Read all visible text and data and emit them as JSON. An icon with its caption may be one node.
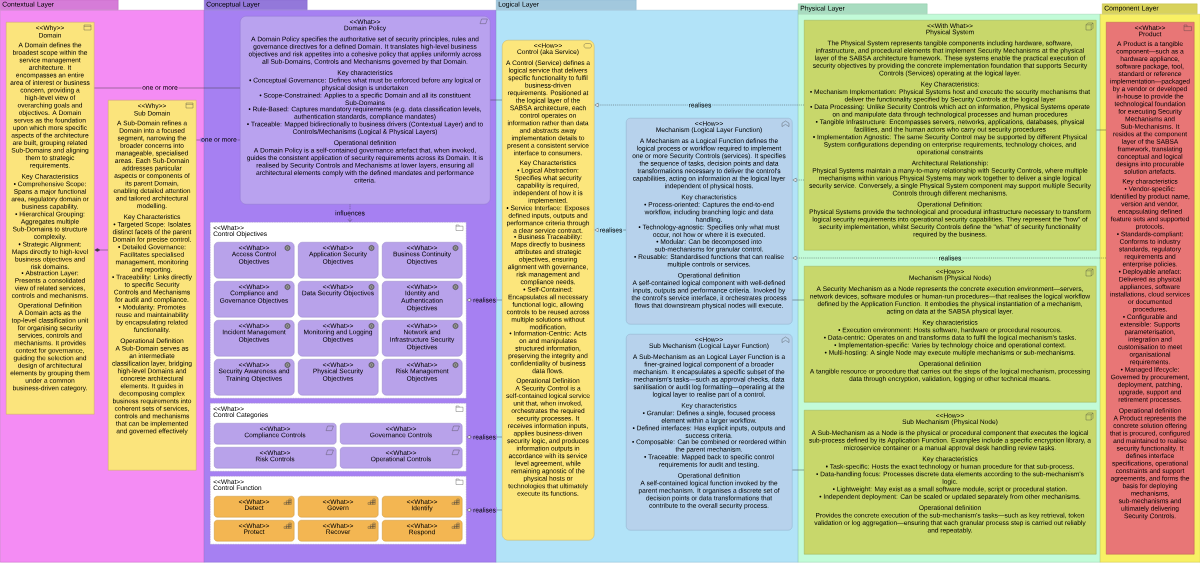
{
  "diagram": {
    "nodes": [
      {
        "text": [
          "Contextual Layer"
        ]
      },
      {
        "text": [
          "<<Why>>",
          "Domain",
          "A Domain defines the broadest scope within the service management architecture. It encompasses an entire area of interest or business concern, providing a high-level view of overarching goals and objectives. A Domain serves as the foundation upon which more specific aspects of the architecture are built, grouping related Sub-Domains and aligning them to strategic requirements.",
          "Key Characteristics",
          "• Comprehensive Scope: Spans a major functional area, regulatory domain or business capability.",
          "• Hierarchical Grouping: Aggregates multiple Sub-Domains to structure complexity.",
          "• Strategic Alignment: Maps directly to high-level business objectives and risk domains.",
          "• Abstraction Layer: Presents a consolidated view of related services, controls and mechanisms.",
          "Operational Definition",
          "A Domain acts as the top-level classification unit for organising security services, controls and mechanisms. It provides context for governance, guiding the selection and design of architectural elements by grouping them under a common business-driven category."
        ],
        "in": 0
      },
      {
        "text": [
          "<<Why>>",
          "Sub Domain",
          "A Sub-Domain refines a Domain into a focused segment, narrowing the broader concerns into manageable, specialised areas. Each Sub-Domain addresses particular aspects or components of its parent Domain, enabling detailed attention and tailored architectural modelling.",
          "Key Characteristics",
          "• Targeted Scope: Isolates distinct facets of the parent Domain for precise control.",
          "• Detailed Governance: Facilitates specialised management, monitoring and reporting.",
          "• Traceability: Links directly to specific Security Controls and Mechanisms for audit and compliance.",
          "• Modularity: Promotes reuse and maintainability by encapsulating related functionality.",
          "Operational Definition",
          "A Sub-Domain serves as an intermediate classification layer, bridging high-level Domains and concrete architectural elements. It guides in decomposing complex business requirements into coherent sets of services, controls and mechanisms that can be implemented and governed effectively"
        ],
        "in": 0
      },
      {
        "text": [
          "Conceptual Layer"
        ]
      },
      {
        "text": [
          "<<What>>",
          "Domain Policy",
          "A Domain Policy specifies the authoritative set of security principles, rules and governance directives for a defined Domain. It translates high-level business objectives and risk appetites into a cohesive policy that applies uniformly across all Sub-Domains, Controls and Mechanisms governed by that Domain.",
          "Key characteristics",
          "• Conceptual Governance: Defines what must be enforced before any logical or physical design is undertaken",
          "• Scope-Constrained: Applies to a specific Domain and all its constituent Sub-Domains",
          "• Rule-Based: Captures mandatory requirements (e.g. data classification levels, authentication standards, compliance mandates)",
          "• Traceable: Mapped bidirectionally to business drivers (Contextual Layer) and to Controls/Mechanisms (Logical & Physical Layers)",
          "Operational definition",
          "A Domain Policy is a self-contained governance artefact that, when invoked, guides the consistent application of security requirements across its Domain. It is realised by Security Controls and Mechanisms at lower layers, ensuring all architectural elements comply with the defined mandates and performance criteria."
        ],
        "in": 3
      },
      {
        "text": [
          "<<What>>",
          "Control Objectives"
        ],
        "in": 3
      },
      {
        "text": [
          "<<What>>",
          "Access Control Objectives"
        ],
        "in": 5
      },
      {
        "text": [
          "<<What>>",
          "Application Security Objectives"
        ],
        "in": 5
      },
      {
        "text": [
          "<<What>>",
          "Business Continuity Objectives"
        ],
        "in": 5
      },
      {
        "text": [
          "<<What>>",
          "Compliance and Governance Objectives"
        ],
        "in": 5
      },
      {
        "text": [
          "<<What>>",
          "Data Security Objectives"
        ],
        "in": 5
      },
      {
        "text": [
          "<<What>>",
          "Identity and Authentication Objectives"
        ],
        "in": 5
      },
      {
        "text": [
          "<<What>>",
          "Incident Management Objectives"
        ],
        "in": 5
      },
      {
        "text": [
          "<<What>>",
          "Monitoring and Logging Objectives"
        ],
        "in": 5
      },
      {
        "text": [
          "<<What>>",
          "Network and Infrastructure Security Objectives"
        ],
        "in": 5
      },
      {
        "text": [
          "<<What>>",
          "Security Awareness and Training Objectives"
        ],
        "in": 5
      },
      {
        "text": [
          "<<What>>",
          "Physical Security Objectives"
        ],
        "in": 5
      },
      {
        "text": [
          "<<What>>",
          "Risk Management Objectives"
        ],
        "in": 5
      },
      {
        "text": [
          "<<What>>",
          "Control Categories"
        ],
        "in": 3
      },
      {
        "text": [
          "<<What>>",
          "Compliance Controls"
        ],
        "in": 18
      },
      {
        "text": [
          "<<What>>",
          "Governance Controls"
        ],
        "in": 18
      },
      {
        "text": [
          "<<What>>",
          "Risk Controls"
        ],
        "in": 18
      },
      {
        "text": [
          "<<What>>",
          "Operational Controls"
        ],
        "in": 18
      },
      {
        "text": [
          "<<What>>",
          "Control Function"
        ],
        "in": 3
      },
      {
        "text": [
          "<<What>>",
          "Detect"
        ],
        "in": 23
      },
      {
        "text": [
          "<<What>>",
          "Govern"
        ],
        "in": 23
      },
      {
        "text": [
          "<<What>>",
          "Identify"
        ],
        "in": 23
      },
      {
        "text": [
          "<<What>>",
          "Protect"
        ],
        "in": 23
      },
      {
        "text": [
          "<<What>>",
          "Recover"
        ],
        "in": 23
      },
      {
        "text": [
          "<<What>>",
          "Respond"
        ],
        "in": 23
      },
      {
        "text": [
          "Logical Layer"
        ]
      },
      {
        "text": [
          "<<How>>",
          "Control (aka Service)",
          "A Control (Service) defines a logical service that delivers specific functionality to fulfil business-driven requirements. Positioned at the logical layer of the SABSA architecture, each control operates on information rather than data and abstracts away implementation details to present a consistent service interface to consumers.",
          "Key Characteristics",
          "• Logical Abstraction: Specifies what security capability is required, independent of how it is implemented.",
          "• Service Interface: Exposes defined inputs, outputs and performance criteria through a clear service contract.",
          "• Business Traceability: Maps directly to business attributes and strategic objectives, ensuring alignment with governance, risk management and compliance needs.",
          "• Self-Contained: Encapsulates all necessary functional logic, allowing controls to be reused across multiple solutions without modification.",
          "• Information-Centric: Acts on and manipulates structured information, preserving the integrity and confidentiality of business data flows.",
          "Operational Definition",
          "A Security Control is a self-contained logical service unit that, when invoked, orchestrates the required security processes. It receives information inputs, applies business-driven security logic, and produces information outputs in accordance with its service level agreement, while remaining agnostic of the physical hosts or technologies that ultimately execute its functions."
        ],
        "in": 30
      },
      {
        "text": [
          "<<How>>",
          "Mechanism (Logical Layer Function)",
          "A Mechanism as a Logical Function defines the logical process or workflow required to implement one or more Security Controls (services). It specifies the sequence of tasks, decision points and data transformations necessary to deliver the control's capabilities, acting on information at the logical layer independent of physical hosts.",
          "Key characteristics",
          "• Process-oriented: Captures the end-to-end workflow, including branching logic and data handling.",
          "• Technology-agnostic: Specifies only what must occur, not how or where it is executed.",
          "• Modular: Can be decomposed into sub-mechanisms for granular control.",
          "• Reusable: Standardised functions that can realise multiple controls or services.",
          "Operational definition",
          "A self-contained logical component with well-defined inputs, outputs and performance criteria. Invoked by the control's service interface, it orchestrates process flows that downstream physical nodes will execute."
        ],
        "in": 30
      },
      {
        "text": [
          "<<How>>",
          "Sub Mechanism (Logical Layer Function)",
          "A Sub-Mechanism as an Logical Layer Function is a finer-grained logical component of a broader mechanism. It encapsulates a specific subset of the mechanism's tasks—such as approval checks, data sanitisation or audit log formatting—operating at the logical layer to realise part of a control.",
          "Key characteristics",
          "• Granular: Defines a single, focused process element within a larger workflow.",
          "• Defined interfaces: Has explicit inputs, outputs and success criteria.",
          "• Composable: Can be combined or reordered within the parent mechanism.",
          "• Traceable: Mapped back to specific control requirements for audit and testing.",
          "Operational definition",
          "A self-contained logical function invoked by the parent mechanism. It organises a discrete set of decision points or data transformations that contribute to the overall security process."
        ],
        "in": 30
      },
      {
        "text": [
          "Physical Layer"
        ]
      },
      {
        "text": [
          "<<With What>>",
          "Physical System",
          "The Physical System represents tangible components including hardware, software, infrastructure, and procedural elements that implement Security Mechanisms at the physical layer of the SABSA architecture framework. These systems enable the practical execution of security objectives by providing the concrete implementation foundation that supports Security Controls (Services) operating at the logical layer.",
          "Key Characteristics:",
          "• Mechanism Implementation: Physical Systems host and execute the security mechanisms that deliver the functionality specified by Security Controls at the logical layer",
          "• Data Processing: Unlike Security Controls which act on information, Physical Systems operate on and manipulate data through technological processes and human procedures",
          "• Tangible Infrastructure: Encompasses servers, networks, applications, databases, physical facilities, and the human actors who carry out security procedures",
          "• Implementation Agnostic: The same Security Control may be supported by different Physical System configurations depending on enterprise requirements, technology choices, and operational constraints",
          "Architectural Relationship:",
          "Physical Systems maintain a many-to-many relationship with Security Controls, where multiple mechanisms within various Physical Systems may work together to deliver a single logical security service. Conversely, a single Physical System component may support multiple Security Controls through different mechanisms.",
          "Operational Definition:",
          "Physical Systems provide the technological and procedural infrastructure necessary to transform logical security requirements into operational security capabilities. They represent the \"how\" of security implementation, whilst Security Controls define the \"what\" of security functionality required by the business."
        ],
        "in": 34
      },
      {
        "text": [
          "<<How>>",
          "Mechanism (Physical Node)",
          "A Security Mechanism as a Node represents the concrete execution environment—servers, network devices, software modules or human-run procedures—that realises the logical workflow defined by the Application Function. It embodies the physical instantiation of a mechanism, acting on data at the SABSA physical layer.",
          "Key characteristics",
          "• Execution environment: Hosts software, hardware or procedural resources.",
          "• Data-centric: Operates on and transforms data to fulfil the logical mechanism's tasks.",
          "• Implementation-specific: Varies by technology choice and operational context.",
          "• Multi-hosting: A single Node may execute multiple mechanisms or sub-mechanisms.",
          "Operational definition",
          "A tangible resource or procedure that carries out the steps of the logical mechanism, processing data through encryption, validation, logging or other technical means."
        ],
        "in": 34
      },
      {
        "text": [
          "<<How>>",
          "Sub Mechanism (Physical Node)",
          "A Sub-Mechanism as a Node is the physical or procedural component that executes the logical sub-process defined by its Application Function. Examples include a specific encryption library, a microservice container or a manual approval desk handling review tasks.",
          "Key characteristics",
          "• Task-specific: Hosts the exact technology or human procedure for that sub-process.",
          "• Data-handling focus: Processes discrete data elements according to the sub-mechanism's logic.",
          "• Lightweight: May exist as a small software module, script or procedural station.",
          "• Independent deployment: Can be scaled or updated separately from other mechanisms.",
          "Operational definition",
          "Provides the concrete execution of the sub-mechanism's tasks—such as key retrieval, token validation or log aggregation—ensuring that each granular process step is carried out reliably and repeatably."
        ],
        "in": 34
      },
      {
        "text": [
          "Component Layer"
        ]
      },
      {
        "text": [
          "<<What>>",
          "Product",
          "A Product is a tangible component—such as a hardware appliance, software package, tool, standard or reference implementation—packaged by a vendor or developed in-house to provide the technological foundation for executing Security Mechanisms and Sub-Mechanisms. It resides at the component layer of the SABSA framework, translating conceptual and logical designs into procurable solution artefacts.",
          "Key characteristics",
          "• Vendor-specific: Identified by product name, version and vendor, encapsulating defined feature sets and supported protocols.",
          "• Standards-compliant: Conforms to industry standards, regulatory requirements and enterprise policies.",
          "• Deployable artefact: Delivered as physical appliances, software installations, cloud services or documented procedures.",
          "• Configurable and extensible: Supports parameterisation, integration and customisation to meet organisational requirements.",
          "• Managed lifecycle: Governed by procurement, deployment, patching, upgrade, support and retirement processes.",
          "Operational definition",
          "A Product represents the concrete solution offering that is procured, configured and maintained to realise security functionality. It defines interface specifications, operational constraints and support agreements, and forms the basis for deploying mechanisms, sub-mechanisms and ultimately delivering Security Controls."
        ],
        "in": 38
      }
    ],
    "edges": [
      {
        "from": 1,
        "to": 4,
        "arrow": "none",
        "label": "one or more"
      },
      {
        "from": 2,
        "to": 4,
        "arrow": "none",
        "label": "one or more"
      },
      {
        "from": 1,
        "to": 2,
        "arrow": "other"
      },
      {
        "from": 4,
        "to": 5,
        "arrow": "to",
        "label": "influences",
        "style": "dashed"
      },
      {
        "from": 4,
        "to": 31,
        "arrow": "none"
      },
      {
        "from": 31,
        "to": 5,
        "arrow": "to",
        "label": "realises"
      },
      {
        "from": 31,
        "to": 18,
        "arrow": "to",
        "label": "realises"
      },
      {
        "from": 31,
        "to": 23,
        "arrow": "to",
        "label": "realises"
      },
      {
        "from": 32,
        "to": 31,
        "arrow": "to",
        "label": "realises"
      },
      {
        "from": 35,
        "to": 31,
        "arrow": "to",
        "label": "realises",
        "style": "dashed"
      },
      {
        "from": 35,
        "to": 32,
        "arrow": "to",
        "style": "dashed"
      },
      {
        "from": 39,
        "to": 32,
        "arrow": "to",
        "label": "realises",
        "style": "dashed"
      },
      {
        "from": 32,
        "to": 36,
        "arrow": "none"
      },
      {
        "from": 33,
        "to": 37,
        "arrow": "none"
      },
      {
        "from": 35,
        "to": 39,
        "arrow": "none"
      }
    ]
  }
}
